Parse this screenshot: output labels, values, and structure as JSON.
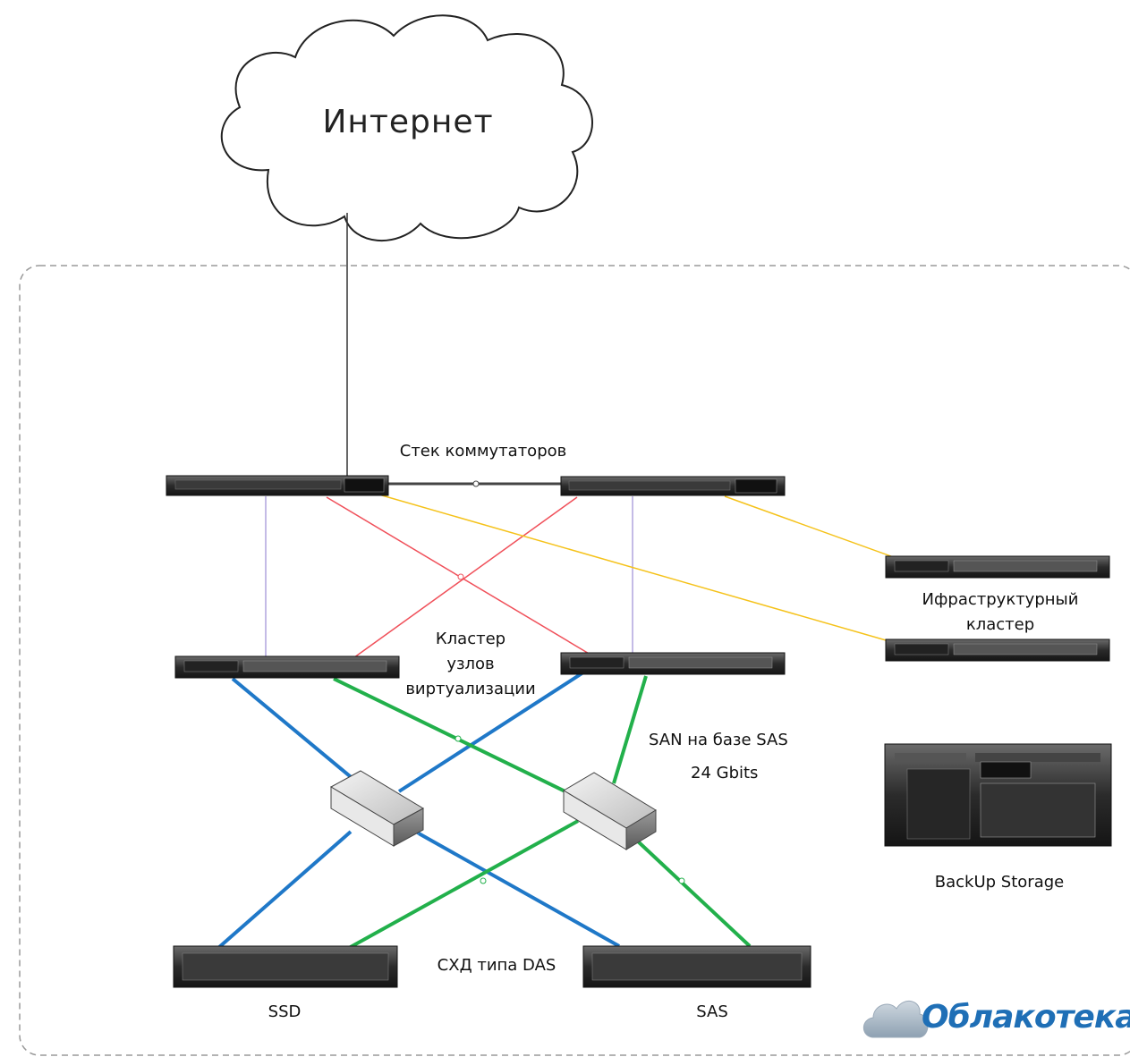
{
  "labels": {
    "internet": "Интернет",
    "switch_stack": "Стек коммутаторов",
    "virt_cluster_1": "Кластер",
    "virt_cluster_2": "узлов",
    "virt_cluster_3": "виртуализации",
    "infra_cluster_1": "Ифраструктурный",
    "infra_cluster_2": "кластер",
    "san_1": "SAN на базе SAS",
    "san_2": "24 Gbits",
    "backup": "BackUp Storage",
    "das": "СХД типа DAS",
    "ssd": "SSD",
    "sas": "SAS"
  },
  "brand": {
    "name": "Облакотека"
  },
  "colors": {
    "blue_link": "#1f78c8",
    "green_link": "#22b04b",
    "red_link": "#f0505a",
    "yellow_link": "#f5c21a",
    "violet_link": "#9c8ed6",
    "brand": "#1f6fb6"
  }
}
